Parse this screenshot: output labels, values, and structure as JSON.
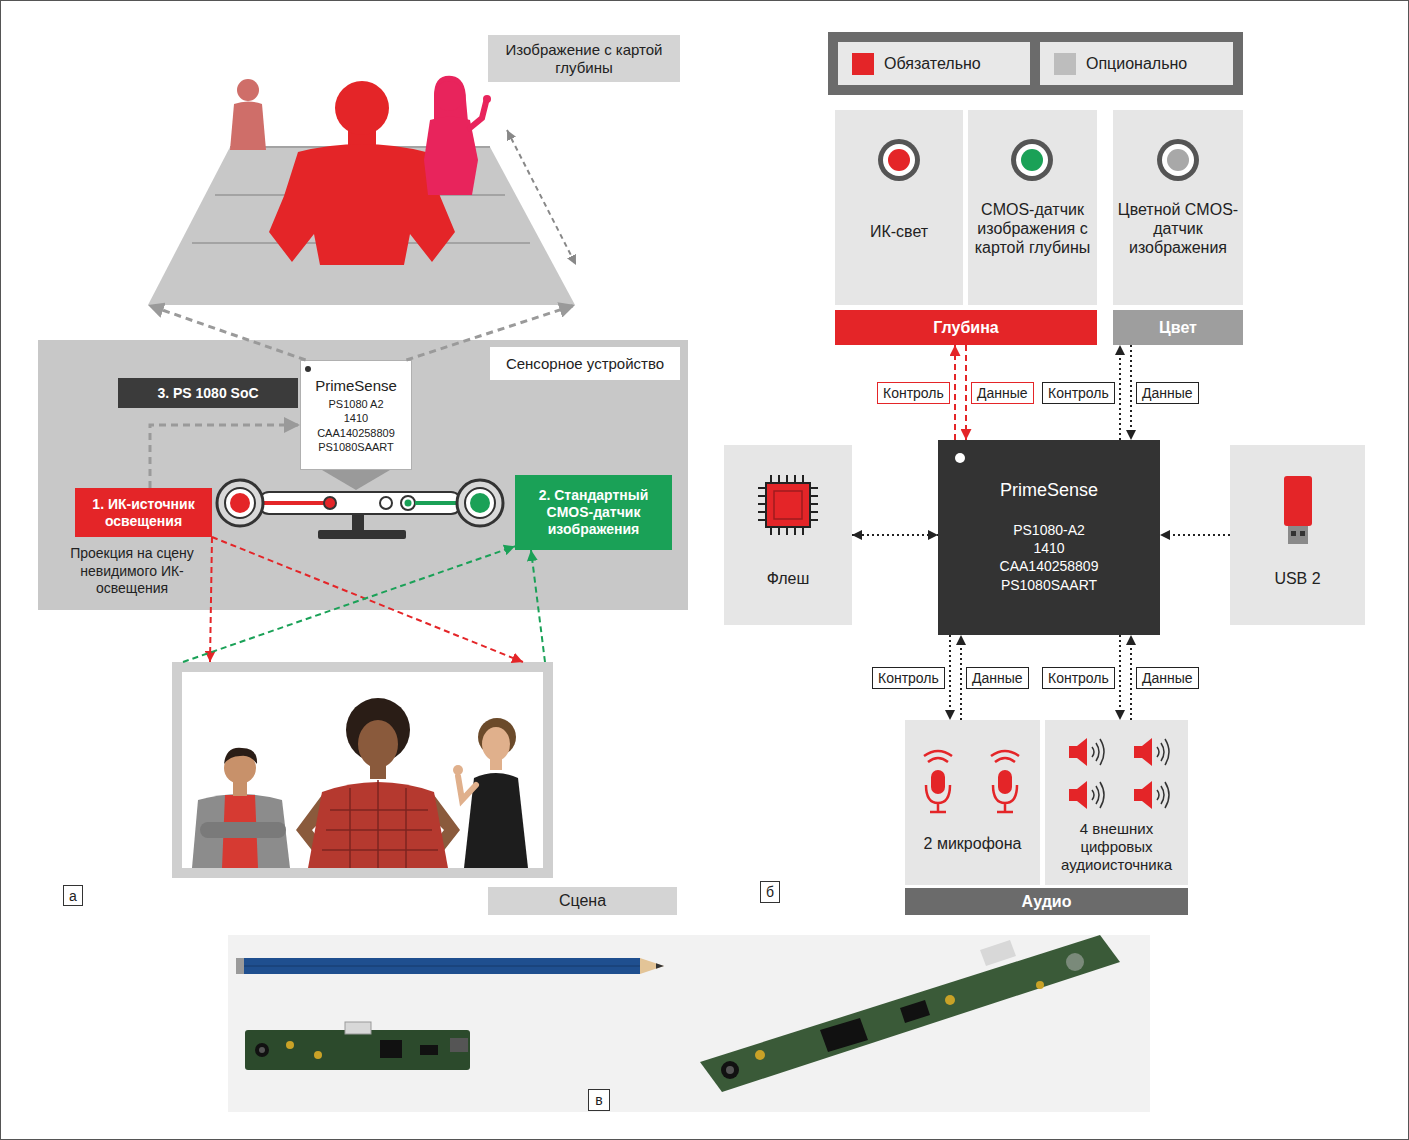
{
  "diagram": {
    "nodes": [
      {
        "text": [
          "Изображение с картой глубины"
        ]
      },
      {
        "text": [
          "Сенсорное устройство"
        ]
      },
      {
        "text": [
          "3. PS 1080 SoC"
        ],
        "in": 1
      },
      {
        "text": [
          "PrimeSense",
          "PS1080 A2",
          "1410",
          "CAA140258809",
          "PS1080SAART"
        ],
        "in": 1
      },
      {
        "text": [
          "1. ИК-источник освещения"
        ],
        "in": 1
      },
      {
        "text": [
          "2. Стандартный CMOS-датчик изображения"
        ],
        "in": 1
      },
      {
        "text": [
          "Сцена"
        ]
      },
      {
        "text": [
          "ИК-свет"
        ]
      },
      {
        "text": [
          "CMOS-датчик изображения с картой глубины"
        ]
      },
      {
        "text": [
          "Цветной CMOS-датчик изображения"
        ]
      },
      {
        "text": [
          "Глубина"
        ]
      },
      {
        "text": [
          "Цвет"
        ]
      },
      {
        "text": [
          "Флеш"
        ]
      },
      {
        "text": [
          "PrimeSense",
          "PS1080-A2",
          "1410",
          "CAA140258809",
          "PS1080SAART"
        ]
      },
      {
        "text": [
          "USB 2"
        ]
      },
      {
        "text": [
          "2 микрофона"
        ]
      },
      {
        "text": [
          "4 внешних цифровых аудиоисточника"
        ]
      },
      {
        "text": [
          "Аудио"
        ]
      }
    ],
    "edges": [
      {
        "from": 3,
        "to": 0,
        "arrow": "to"
      },
      {
        "from": 3,
        "to": 0,
        "arrow": "to"
      },
      {
        "from": 4,
        "to": 3,
        "arrow": "to"
      },
      {
        "from": 4,
        "to": 6,
        "arrow": "to"
      },
      {
        "from": 4,
        "to": 6,
        "arrow": "to"
      },
      {
        "from": 6,
        "to": 5,
        "arrow": "to"
      },
      {
        "from": 6,
        "to": 5,
        "arrow": "to"
      },
      {
        "from": 13,
        "to": 10,
        "label": "Контроль",
        "arrow": "to"
      },
      {
        "from": 10,
        "to": 13,
        "label": "Данные",
        "arrow": "to"
      },
      {
        "from": 13,
        "to": 11,
        "label": "Контроль",
        "arrow": "to"
      },
      {
        "from": 11,
        "to": 13,
        "label": "Данные",
        "arrow": "to"
      },
      {
        "from": 12,
        "to": 13,
        "arrow": "both"
      },
      {
        "from": 14,
        "to": 13,
        "arrow": "to"
      },
      {
        "from": 13,
        "to": 15,
        "label": "Контроль",
        "arrow": "to"
      },
      {
        "from": 15,
        "to": 13,
        "label": "Данные",
        "arrow": "to"
      },
      {
        "from": 13,
        "to": 16,
        "label": "Контроль",
        "arrow": "to"
      },
      {
        "from": 16,
        "to": 13,
        "label": "Данные",
        "arrow": "to"
      }
    ],
    "labels": [
      "Проекция на сцену невидимого ИК-освещения",
      "а",
      "б",
      "в"
    ],
    "legend": [
      {
        "text": "Обязательно",
        "color": "#e42528"
      },
      {
        "text": "Опционально",
        "color": "#bdbdbd"
      }
    ]
  }
}
